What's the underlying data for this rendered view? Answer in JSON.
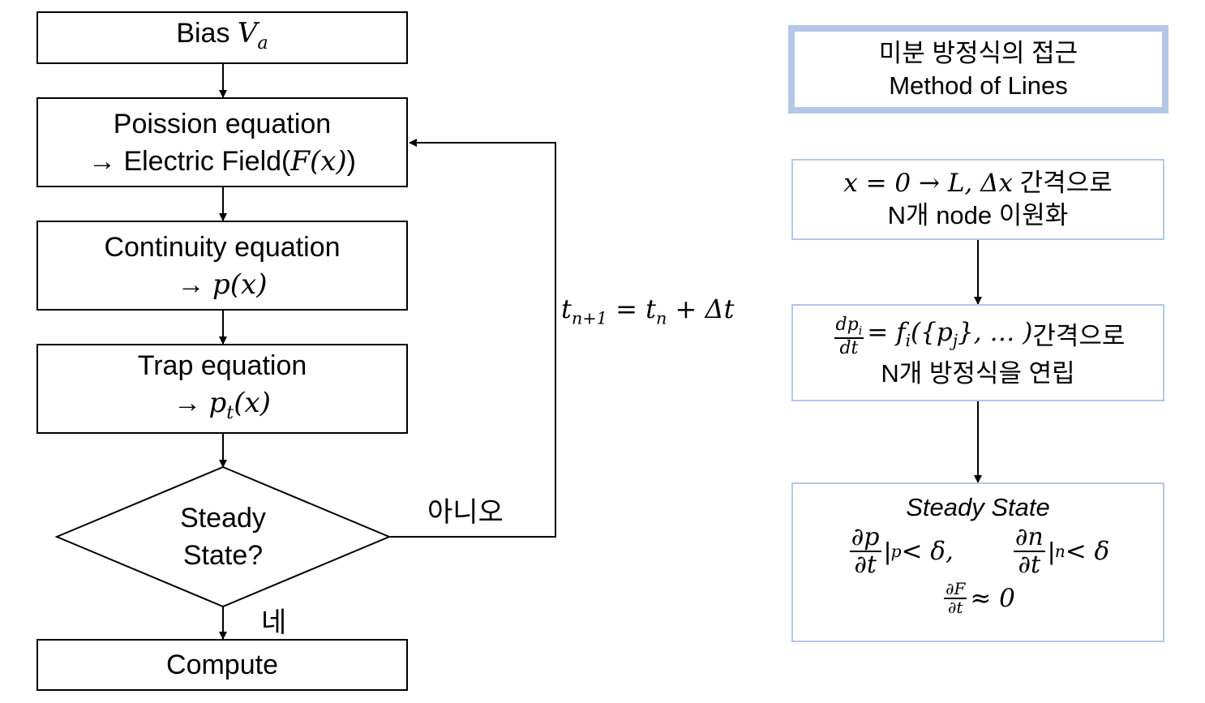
{
  "flow": {
    "bias": {
      "text": "Bias ",
      "math": "V",
      "sub": "a"
    },
    "poisson": {
      "line1": "Poission equation",
      "arrow": "→",
      "line2": " Electric Field(",
      "math": "F(x)",
      "close": ")"
    },
    "continuity": {
      "line1": "Continuity equation",
      "arrow": "→",
      "math": "p(x)"
    },
    "trap": {
      "line1": "Trap equation",
      "arrow": "→",
      "math": "p",
      "sub": "t",
      "math2": "(x)"
    },
    "decision": {
      "line1": "Steady",
      "line2": "State?"
    },
    "no_label": "아니오",
    "yes_label": "네",
    "compute": "Compute",
    "loop_label": {
      "t1": "t",
      "s1": "n+1",
      "eq": " = ",
      "t2": "t",
      "s2": "n",
      "rest": " + Δt"
    }
  },
  "right": {
    "title": {
      "line1": "미분 방정식의 접근",
      "line2": "Method of Lines"
    },
    "discretize": {
      "math": "x = 0  → L,  Δx",
      "text1": " 간격으로",
      "line2": "N개 node 이원화"
    },
    "system": {
      "num": "dp",
      "num_sub": "i",
      "den": "dt",
      "rhs": " = f",
      "rhs_sub": "i",
      "rhs2": "({p",
      "rhs_sub2": "j",
      "rhs3": "}, … )",
      "text1": "간격으로",
      "line2": "N개 방정식을 연립"
    },
    "steady": {
      "title": "Steady State",
      "t1_num": "∂p",
      "t1_den": "∂t",
      "t1_bar": "|",
      "t1_sub": "p",
      "t1_rest": "< δ,",
      "t2_num": "∂n",
      "t2_den": "∂t",
      "t2_bar": "|",
      "t2_sub": "n",
      "t2_rest": "< δ",
      "t3_num": "∂F",
      "t3_den": "∂t",
      "t3_rest": " ≈ 0"
    }
  }
}
